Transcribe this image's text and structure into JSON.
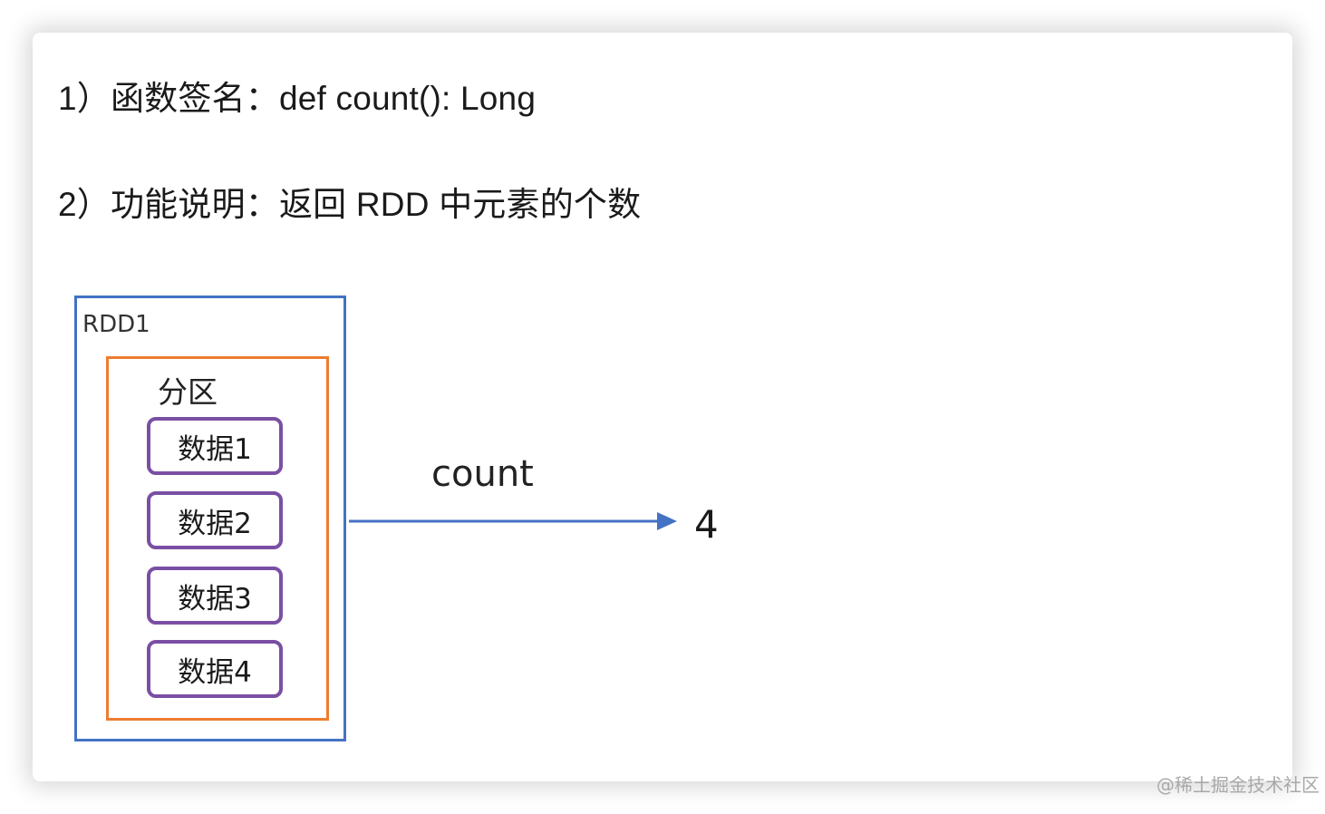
{
  "text": {
    "line1": "1）函数签名：def count(): Long",
    "line2": "2）功能说明：返回 RDD 中元素的个数"
  },
  "diagram": {
    "rdd_label": "RDD1",
    "partition_label": "分区",
    "data_items": [
      "数据1",
      "数据2",
      "数据3",
      "数据4"
    ],
    "operation_label": "count",
    "result": "4",
    "colors": {
      "rdd_border": "#4472c4",
      "partition_border": "#ed7d31",
      "data_border": "#7a4fa3",
      "arrow": "#4472c4"
    }
  },
  "watermark": "@稀土掘金技术社区"
}
